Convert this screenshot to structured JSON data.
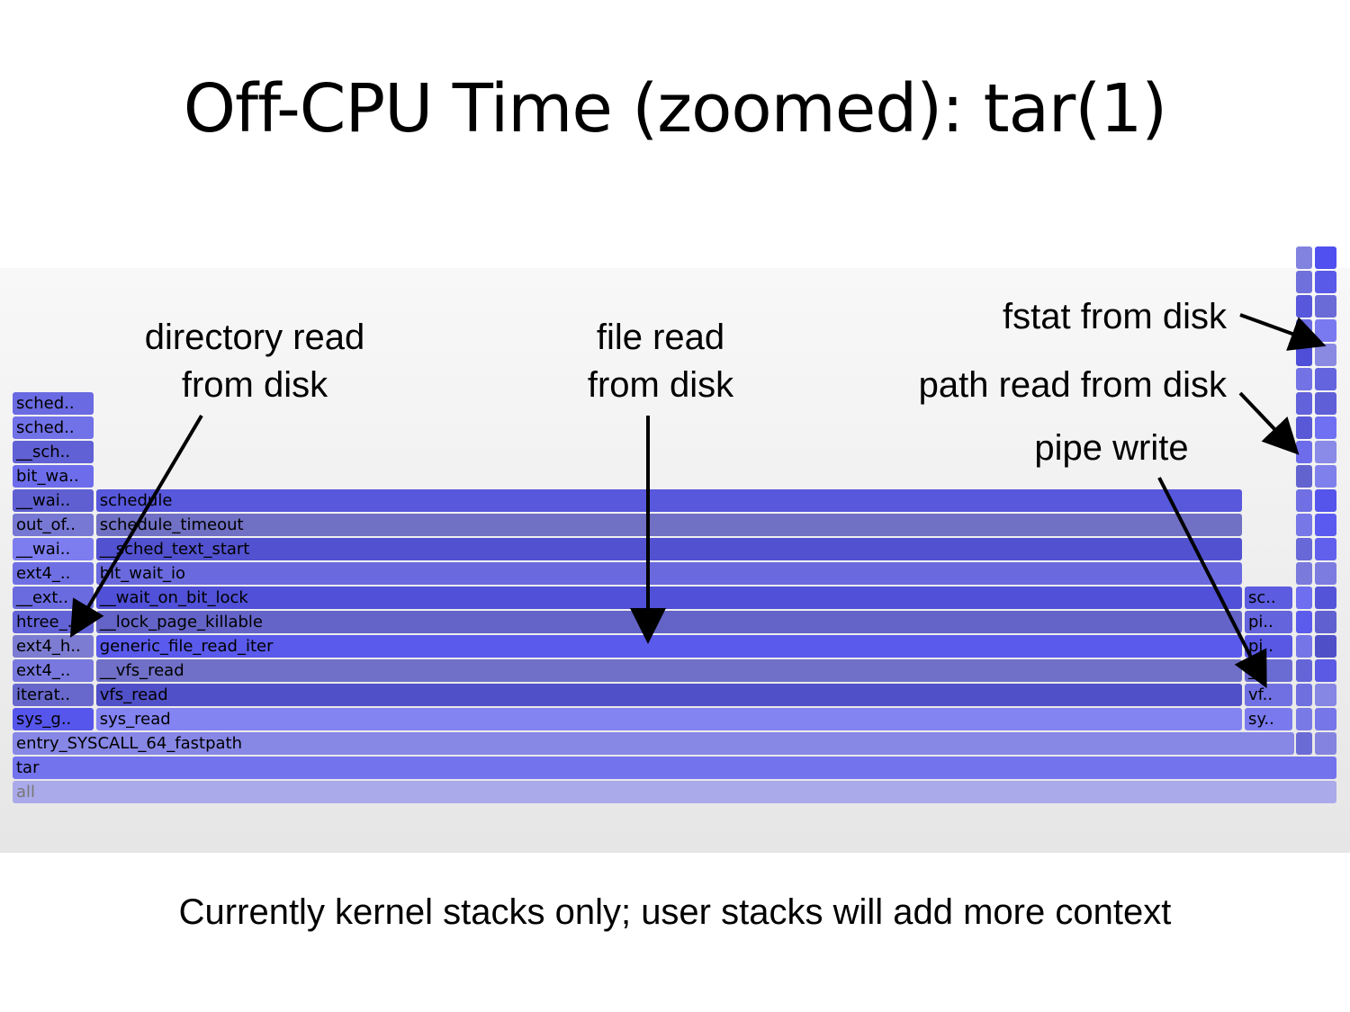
{
  "title": "Off-CPU Time (zoomed): tar(1)",
  "footer": "Currently kernel stacks only; user stacks will add more context",
  "annotations": {
    "dir_read": [
      "directory read",
      "from disk"
    ],
    "file_read": [
      "file read",
      "from disk"
    ],
    "fstat": "fstat from disk",
    "path_read": "path read from disk",
    "pipe_write": "pipe write"
  },
  "flamegraph": {
    "total": 1000,
    "colors": [
      "#7a7ae6",
      "#5a5ae8",
      "#6767db",
      "#7272ee",
      "#5c5cd6",
      "#8080f0",
      "#6b6bd0",
      "#5050e0"
    ],
    "frames": [
      {
        "label": "all",
        "level": 0,
        "start": 0,
        "width": 1000,
        "color": "#aaaaea"
      },
      {
        "label": "tar",
        "level": 1,
        "start": 0,
        "width": 1000,
        "color": "#7373ee"
      },
      {
        "label": "entry_SYSCALL_64_fastpath",
        "level": 2,
        "start": 0,
        "width": 968,
        "color": "#8787e6"
      },
      {
        "label": "sys_g..",
        "level": 3,
        "start": 0,
        "width": 62,
        "color": "#5656ec"
      },
      {
        "label": "iterat..",
        "level": 4,
        "start": 0,
        "width": 62,
        "color": "#6868cc"
      },
      {
        "label": "ext4_..",
        "level": 5,
        "start": 0,
        "width": 62,
        "color": "#7878de"
      },
      {
        "label": "ext4_h..",
        "level": 6,
        "start": 0,
        "width": 62,
        "color": "#7c7cd2"
      },
      {
        "label": "htree_..",
        "level": 7,
        "start": 0,
        "width": 62,
        "color": "#6363d8"
      },
      {
        "label": "__ext..",
        "level": 8,
        "start": 0,
        "width": 62,
        "color": "#6b6be0"
      },
      {
        "label": "ext4_..",
        "level": 9,
        "start": 0,
        "width": 62,
        "color": "#6f6fe4"
      },
      {
        "label": "__wai..",
        "level": 10,
        "start": 0,
        "width": 62,
        "color": "#7d7df0"
      },
      {
        "label": "out_of..",
        "level": 11,
        "start": 0,
        "width": 62,
        "color": "#7777d4"
      },
      {
        "label": "__wai..",
        "level": 12,
        "start": 0,
        "width": 62,
        "color": "#5f5fd2"
      },
      {
        "label": "bit_wa..",
        "level": 13,
        "start": 0,
        "width": 62,
        "color": "#6d6dec"
      },
      {
        "label": "__sch..",
        "level": 14,
        "start": 0,
        "width": 62,
        "color": "#6161d6"
      },
      {
        "label": "sched..",
        "level": 15,
        "start": 0,
        "width": 62,
        "color": "#7171e8"
      },
      {
        "label": "sched..",
        "level": 16,
        "start": 0,
        "width": 62,
        "color": "#6a6ae2"
      },
      {
        "label": "sys_read",
        "level": 3,
        "start": 63,
        "width": 866,
        "color": "#8383f2"
      },
      {
        "label": "vfs_read",
        "level": 4,
        "start": 63,
        "width": 866,
        "color": "#5050c8"
      },
      {
        "label": "__vfs_read",
        "level": 5,
        "start": 63,
        "width": 866,
        "color": "#7070c8"
      },
      {
        "label": "generic_file_read_iter",
        "level": 6,
        "start": 63,
        "width": 866,
        "color": "#5a5aec"
      },
      {
        "label": "__lock_page_killable",
        "level": 7,
        "start": 63,
        "width": 866,
        "color": "#6464c8"
      },
      {
        "label": "__wait_on_bit_lock",
        "level": 8,
        "start": 63,
        "width": 866,
        "color": "#5050d8"
      },
      {
        "label": "bit_wait_io",
        "level": 9,
        "start": 63,
        "width": 866,
        "color": "#6a6ade"
      },
      {
        "label": "__sched_text_start",
        "level": 10,
        "start": 63,
        "width": 866,
        "color": "#5252d0"
      },
      {
        "label": "schedule_timeout",
        "level": 11,
        "start": 63,
        "width": 866,
        "color": "#7070c4"
      },
      {
        "label": "schedule",
        "level": 12,
        "start": 63,
        "width": 866,
        "color": "#5858dc"
      },
      {
        "label": "sy..",
        "level": 3,
        "start": 930,
        "width": 37,
        "color": "#7a7aee"
      },
      {
        "label": "vf..",
        "level": 4,
        "start": 930,
        "width": 37,
        "color": "#7070e2"
      },
      {
        "label": "_..",
        "level": 5,
        "start": 930,
        "width": 37,
        "color": "#6b6bd4"
      },
      {
        "label": "pi..",
        "level": 6,
        "start": 930,
        "width": 37,
        "color": "#5858e4"
      },
      {
        "label": "pi..",
        "level": 7,
        "start": 930,
        "width": 37,
        "color": "#6464dc"
      },
      {
        "label": "sc..",
        "level": 8,
        "start": 930,
        "width": 37,
        "color": "#5c5ce0"
      },
      {
        "label": "",
        "level": 2,
        "start": 969,
        "width": 13,
        "color": "#6b6bd6"
      },
      {
        "label": "",
        "level": 2,
        "start": 983,
        "width": 17,
        "color": "#8484e0"
      },
      {
        "label": "",
        "level": 3,
        "start": 969,
        "width": 13,
        "color": "#7a7ae6"
      },
      {
        "label": "",
        "level": 3,
        "start": 983,
        "width": 17,
        "color": "#7676e8"
      },
      {
        "label": "",
        "level": 4,
        "start": 969,
        "width": 13,
        "color": "#6f6fe0"
      },
      {
        "label": "",
        "level": 4,
        "start": 983,
        "width": 17,
        "color": "#8686e4"
      },
      {
        "label": "",
        "level": 5,
        "start": 969,
        "width": 13,
        "color": "#6565d8"
      },
      {
        "label": "",
        "level": 5,
        "start": 983,
        "width": 17,
        "color": "#5a5ae4"
      },
      {
        "label": "",
        "level": 6,
        "start": 969,
        "width": 13,
        "color": "#7575e8"
      },
      {
        "label": "",
        "level": 6,
        "start": 983,
        "width": 17,
        "color": "#4f4fc8"
      },
      {
        "label": "",
        "level": 7,
        "start": 969,
        "width": 13,
        "color": "#5c5cec"
      },
      {
        "label": "",
        "level": 7,
        "start": 983,
        "width": 17,
        "color": "#6060d0"
      },
      {
        "label": "",
        "level": 8,
        "start": 969,
        "width": 13,
        "color": "#6e6ef0"
      },
      {
        "label": "",
        "level": 8,
        "start": 983,
        "width": 17,
        "color": "#5454d8"
      },
      {
        "label": "",
        "level": 9,
        "start": 969,
        "width": 13,
        "color": "#7a7adc"
      },
      {
        "label": "",
        "level": 9,
        "start": 983,
        "width": 17,
        "color": "#7c7ce0"
      },
      {
        "label": "",
        "level": 10,
        "start": 969,
        "width": 13,
        "color": "#6868d8"
      },
      {
        "label": "",
        "level": 10,
        "start": 983,
        "width": 17,
        "color": "#6060ec"
      },
      {
        "label": "",
        "level": 11,
        "start": 969,
        "width": 13,
        "color": "#7777e8"
      },
      {
        "label": "",
        "level": 11,
        "start": 983,
        "width": 17,
        "color": "#5a5af0"
      },
      {
        "label": "",
        "level": 12,
        "start": 969,
        "width": 13,
        "color": "#7070e4"
      },
      {
        "label": "",
        "level": 12,
        "start": 983,
        "width": 17,
        "color": "#5555ec"
      },
      {
        "label": "",
        "level": 13,
        "start": 969,
        "width": 13,
        "color": "#6363d0"
      },
      {
        "label": "",
        "level": 13,
        "start": 983,
        "width": 17,
        "color": "#8080ec"
      },
      {
        "label": "",
        "level": 14,
        "start": 969,
        "width": 13,
        "color": "#6d6dec"
      },
      {
        "label": "",
        "level": 14,
        "start": 983,
        "width": 17,
        "color": "#8a8ae8"
      },
      {
        "label": "",
        "level": 15,
        "start": 969,
        "width": 13,
        "color": "#5959d8"
      },
      {
        "label": "",
        "level": 15,
        "start": 983,
        "width": 17,
        "color": "#7070f2"
      },
      {
        "label": "",
        "level": 16,
        "start": 969,
        "width": 13,
        "color": "#6262dc"
      },
      {
        "label": "",
        "level": 16,
        "start": 983,
        "width": 17,
        "color": "#5f5fd8"
      },
      {
        "label": "",
        "level": 17,
        "start": 969,
        "width": 13,
        "color": "#7373e6"
      },
      {
        "label": "",
        "level": 17,
        "start": 983,
        "width": 17,
        "color": "#6464de"
      },
      {
        "label": "",
        "level": 18,
        "start": 969,
        "width": 13,
        "color": "#4e4ed8"
      },
      {
        "label": "",
        "level": 18,
        "start": 983,
        "width": 17,
        "color": "#8a8ae2"
      },
      {
        "label": "",
        "level": 19,
        "start": 969,
        "width": 13,
        "color": "#6a6ae4"
      },
      {
        "label": "",
        "level": 19,
        "start": 983,
        "width": 17,
        "color": "#7a7af0"
      },
      {
        "label": "",
        "level": 20,
        "start": 969,
        "width": 13,
        "color": "#5858dc"
      },
      {
        "label": "",
        "level": 20,
        "start": 983,
        "width": 17,
        "color": "#6b6bd8"
      },
      {
        "label": "",
        "level": 21,
        "start": 969,
        "width": 13,
        "color": "#7070dc"
      },
      {
        "label": "",
        "level": 21,
        "start": 983,
        "width": 17,
        "color": "#5a5ae8"
      },
      {
        "label": "",
        "level": 22,
        "start": 969,
        "width": 13,
        "color": "#8282e0"
      },
      {
        "label": "",
        "level": 22,
        "start": 983,
        "width": 17,
        "color": "#5050f0"
      }
    ]
  }
}
